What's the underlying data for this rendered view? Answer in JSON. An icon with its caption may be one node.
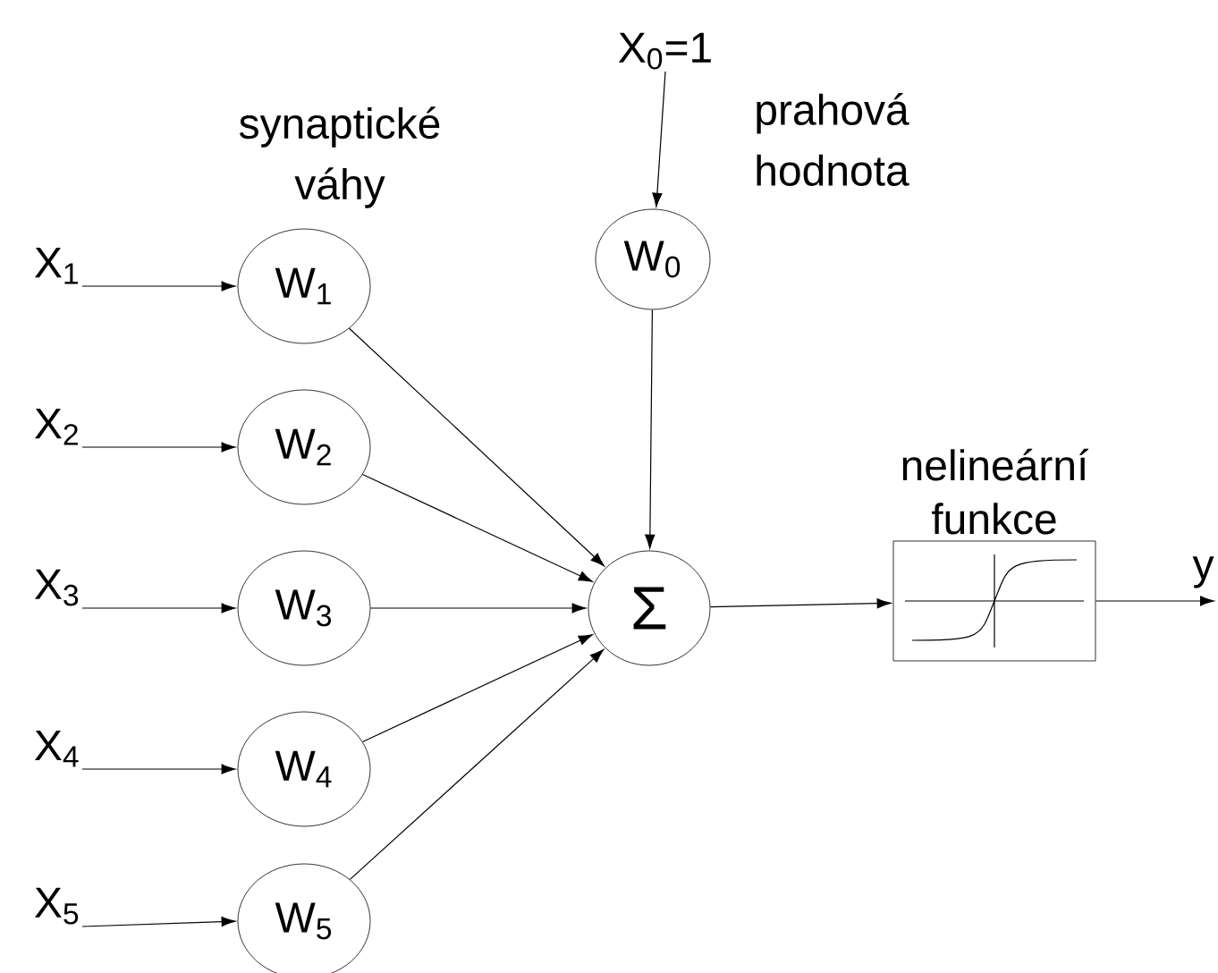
{
  "diagram": {
    "nodes": [
      {
        "text": [
          "X$_{1}$"
        ]
      },
      {
        "text": [
          "X$_{2}$"
        ]
      },
      {
        "text": [
          "X$_{3}$"
        ]
      },
      {
        "text": [
          "X$_{4}$"
        ]
      },
      {
        "text": [
          "X$_{5}$"
        ]
      },
      {
        "text": [
          "X$_{0}$=1"
        ]
      },
      {
        "text": [
          "W$_{1}$"
        ]
      },
      {
        "text": [
          "W$_{2}$"
        ]
      },
      {
        "text": [
          "W$_{3}$"
        ]
      },
      {
        "text": [
          "W$_{4}$"
        ]
      },
      {
        "text": [
          "W$_{5}$"
        ]
      },
      {
        "text": [
          "W$_{0}$"
        ]
      },
      {
        "text": [
          "Σ"
        ]
      },
      {
        "text": [
          "nelineární funkce"
        ]
      },
      {
        "text": [
          "y"
        ]
      }
    ],
    "edges": [
      {
        "from": 0,
        "to": 6,
        "arrow": "to"
      },
      {
        "from": 1,
        "to": 7,
        "arrow": "to"
      },
      {
        "from": 2,
        "to": 8,
        "arrow": "to"
      },
      {
        "from": 3,
        "to": 9,
        "arrow": "to"
      },
      {
        "from": 4,
        "to": 10,
        "arrow": "to"
      },
      {
        "from": 5,
        "to": 11,
        "arrow": "to"
      },
      {
        "from": 6,
        "to": 12,
        "arrow": "to"
      },
      {
        "from": 7,
        "to": 12,
        "arrow": "to"
      },
      {
        "from": 8,
        "to": 12,
        "arrow": "to"
      },
      {
        "from": 9,
        "to": 12,
        "arrow": "to"
      },
      {
        "from": 10,
        "to": 12,
        "arrow": "to"
      },
      {
        "from": 11,
        "to": 12,
        "arrow": "to"
      },
      {
        "from": 12,
        "to": 13,
        "arrow": "to"
      },
      {
        "from": 13,
        "to": 14,
        "arrow": "to"
      }
    ],
    "labels": [
      "synaptické váhy",
      "prahová hodnota"
    ]
  }
}
